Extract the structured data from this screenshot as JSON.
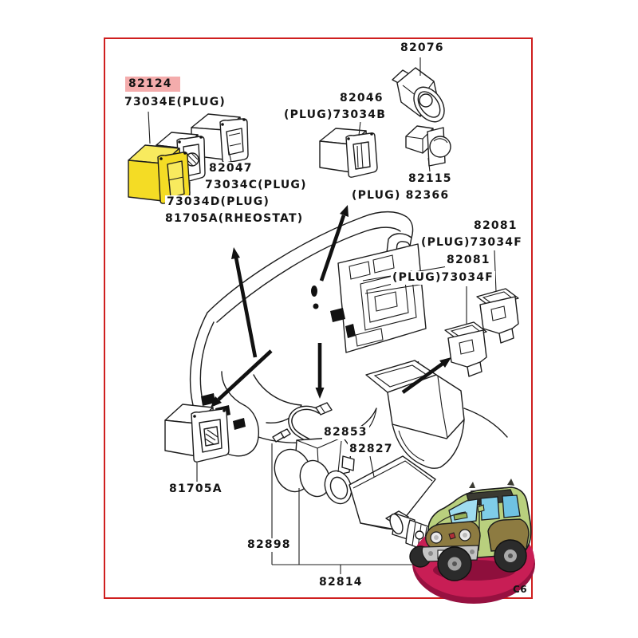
{
  "page": {
    "page_code": "C6",
    "colors": {
      "frame_red": "#cf1f1f",
      "highlight_pink": "#f4acac",
      "switch_yellow": "#f4dc25",
      "switch_yellow_light": "#f8ea5e",
      "mascot_base": "#c81e55",
      "mascot_body_green": "#b9d07e",
      "line_color": "#1c1c1c"
    }
  },
  "diagram": {
    "type": "parts-exploded-diagram",
    "highlighted_part": "82124",
    "labels": [
      {
        "id": "part-82124",
        "text": "82124",
        "highlighted": true
      },
      {
        "id": "plug-73034e",
        "text": "73034E(PLUG)",
        "highlighted": false
      },
      {
        "id": "part-82047",
        "text": "82047",
        "highlighted": false
      },
      {
        "id": "plug-73034c",
        "text": "73034C(PLUG)",
        "highlighted": false
      },
      {
        "id": "plug-73034d",
        "text": "73034D(PLUG)",
        "highlighted": false
      },
      {
        "id": "part-81705a-rheostat",
        "text": "81705A(RHEOSTAT)",
        "highlighted": false
      },
      {
        "id": "part-82046",
        "text": "82046",
        "highlighted": false
      },
      {
        "id": "plug-73034b",
        "text": "(PLUG)73034B",
        "highlighted": false
      },
      {
        "id": "part-82076",
        "text": "82076",
        "highlighted": false
      },
      {
        "id": "part-82115",
        "text": "82115",
        "highlighted": false
      },
      {
        "id": "plug-82366",
        "text": "(PLUG) 82366",
        "highlighted": false
      },
      {
        "id": "part-82081-upper",
        "text": "82081",
        "highlighted": false
      },
      {
        "id": "plug-73034f-upper",
        "text": "(PLUG)73034F",
        "highlighted": false
      },
      {
        "id": "part-82081-lower",
        "text": "82081",
        "highlighted": false
      },
      {
        "id": "plug-73034f-lower",
        "text": "(PLUG)73034F",
        "highlighted": false
      },
      {
        "id": "part-81705a",
        "text": "81705A",
        "highlighted": false
      },
      {
        "id": "part-82853",
        "text": "82853",
        "highlighted": false
      },
      {
        "id": "part-82827",
        "text": "82827",
        "highlighted": false
      },
      {
        "id": "part-82898",
        "text": "82898",
        "highlighted": false
      },
      {
        "id": "part-82814",
        "text": "82814",
        "highlighted": false
      }
    ]
  }
}
